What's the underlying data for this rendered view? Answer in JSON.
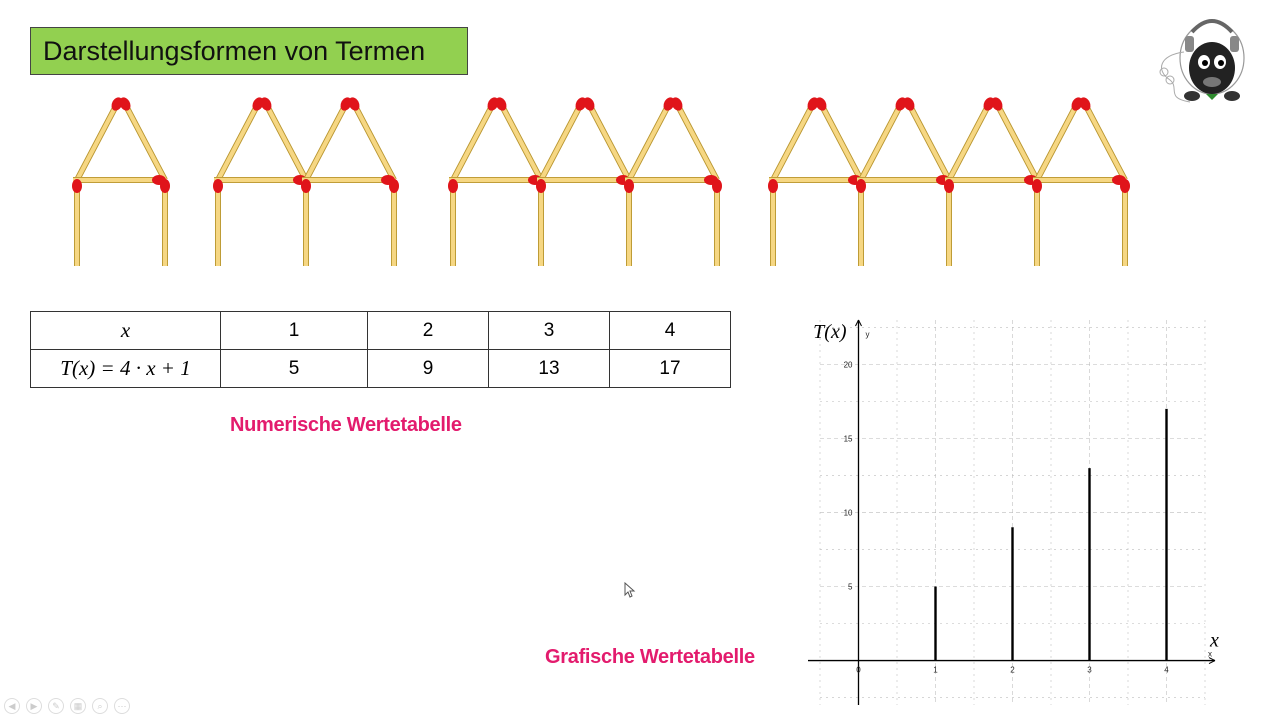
{
  "title": "Darstellungsformen von Termen",
  "figures": [
    1,
    2,
    3,
    4
  ],
  "table": {
    "header_label": "x",
    "row_label": "T(x) = 4 · x + 1",
    "x_values": [
      "1",
      "2",
      "3",
      "4"
    ],
    "t_values": [
      "5",
      "9",
      "13",
      "17"
    ]
  },
  "captions": {
    "table": "Numerische Wertetabelle",
    "graph": "Grafische Wertetabelle"
  },
  "chart_data": {
    "type": "bar",
    "x": [
      1,
      2,
      3,
      4
    ],
    "values": [
      5,
      9,
      13,
      17
    ],
    "xlim": [
      -0.5,
      4.5
    ],
    "ylim": [
      -3,
      23
    ],
    "x_ticks": [
      "0",
      "1",
      "2",
      "3",
      "4"
    ],
    "y_ticks": [
      "5",
      "10",
      "15",
      "20"
    ],
    "axis_letters": {
      "x": "x",
      "y": "y"
    },
    "xlabel": "x",
    "ylabel": "T(x)",
    "grid": true,
    "colors": {
      "bar": "#000000",
      "grid": "#bbbbbb"
    }
  },
  "colors": {
    "title_bg": "#92d050",
    "caption": "#e31b6d",
    "match_stick": "#f6d783",
    "match_head": "#e0141a"
  },
  "toolbar": [
    "prev-icon",
    "next-icon",
    "pen-icon",
    "slides-icon",
    "zoom-icon",
    "more-icon"
  ]
}
